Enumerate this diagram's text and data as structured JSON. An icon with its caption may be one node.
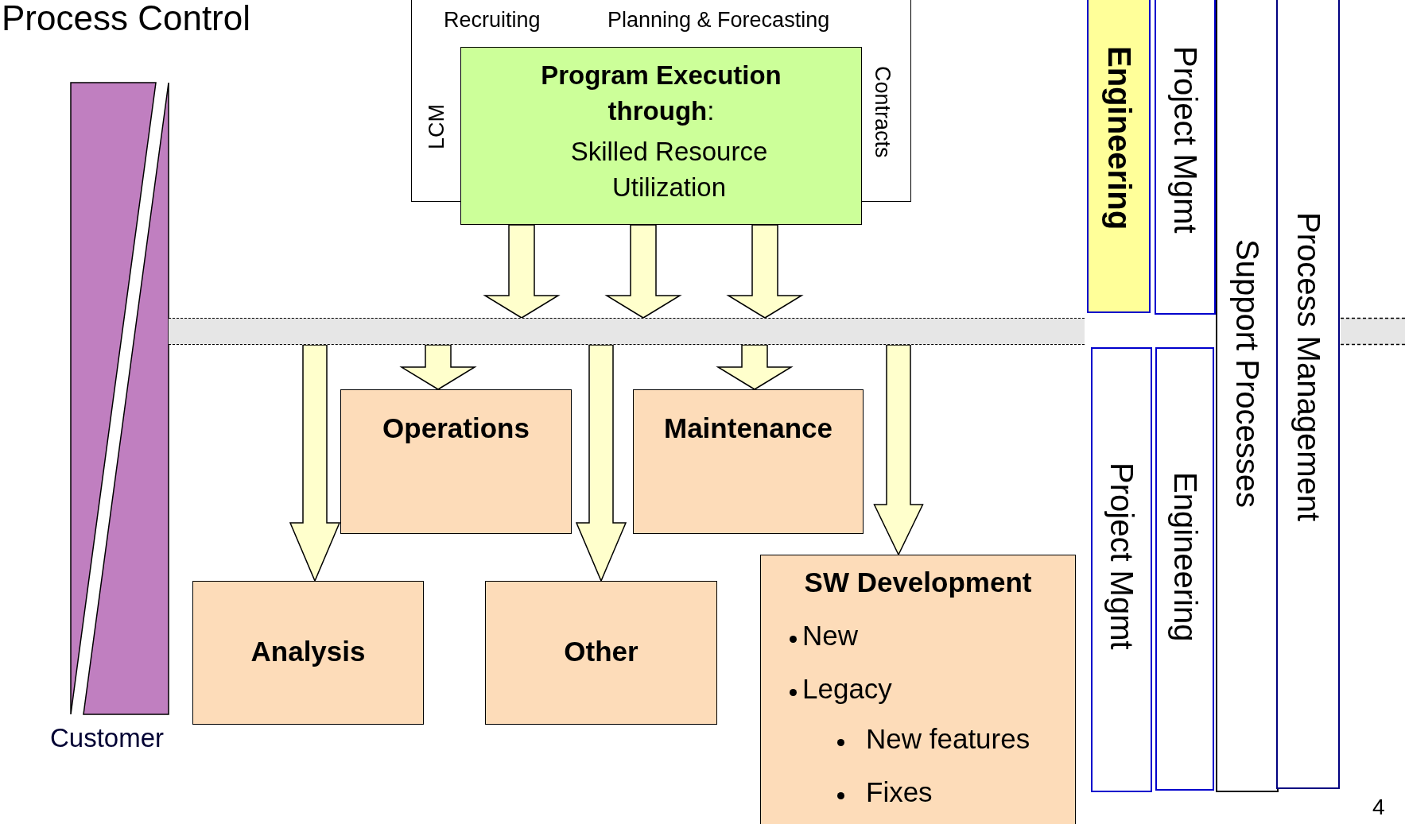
{
  "diagram": {
    "title": "Process Control",
    "nodes": [
      {
        "text": [
          "Recruiting",
          "Planning & Forecasting",
          "LCM",
          "Contracts"
        ]
      },
      {
        "text": [
          "**Program Execution through**:",
          "Skilled Resource Utilization"
        ]
      },
      {
        "text": [
          "Engineering"
        ]
      },
      {
        "text": [
          "Project Mgmt"
        ]
      },
      {
        "text": [
          "Support Processes"
        ]
      },
      {
        "text": [
          "Process Management"
        ]
      },
      {
        "text": [],
        "shape": "band"
      },
      {
        "text": [
          "Operations"
        ]
      },
      {
        "text": [
          "Maintenance"
        ]
      },
      {
        "text": [
          "Project Mgmt"
        ]
      },
      {
        "text": [
          "Engineering"
        ]
      },
      {
        "text": [
          "Analysis"
        ]
      },
      {
        "text": [
          "Other"
        ]
      },
      {
        "text": [
          "SW Development",
          "New",
          "Legacy",
          "New features",
          "Fixes"
        ]
      }
    ],
    "edges": [
      {
        "from": 1,
        "to": 6,
        "arrow": "to"
      },
      {
        "from": 1,
        "to": 6,
        "arrow": "to"
      },
      {
        "from": 1,
        "to": 6,
        "arrow": "to"
      },
      {
        "from": 6,
        "to": 11,
        "arrow": "to"
      },
      {
        "from": 6,
        "to": 7,
        "arrow": "to"
      },
      {
        "from": 6,
        "to": 12,
        "arrow": "to"
      },
      {
        "from": 6,
        "to": 8,
        "arrow": "to"
      },
      {
        "from": 6,
        "to": 13,
        "arrow": "to"
      }
    ],
    "labels": [
      "Customer",
      "4"
    ]
  }
}
